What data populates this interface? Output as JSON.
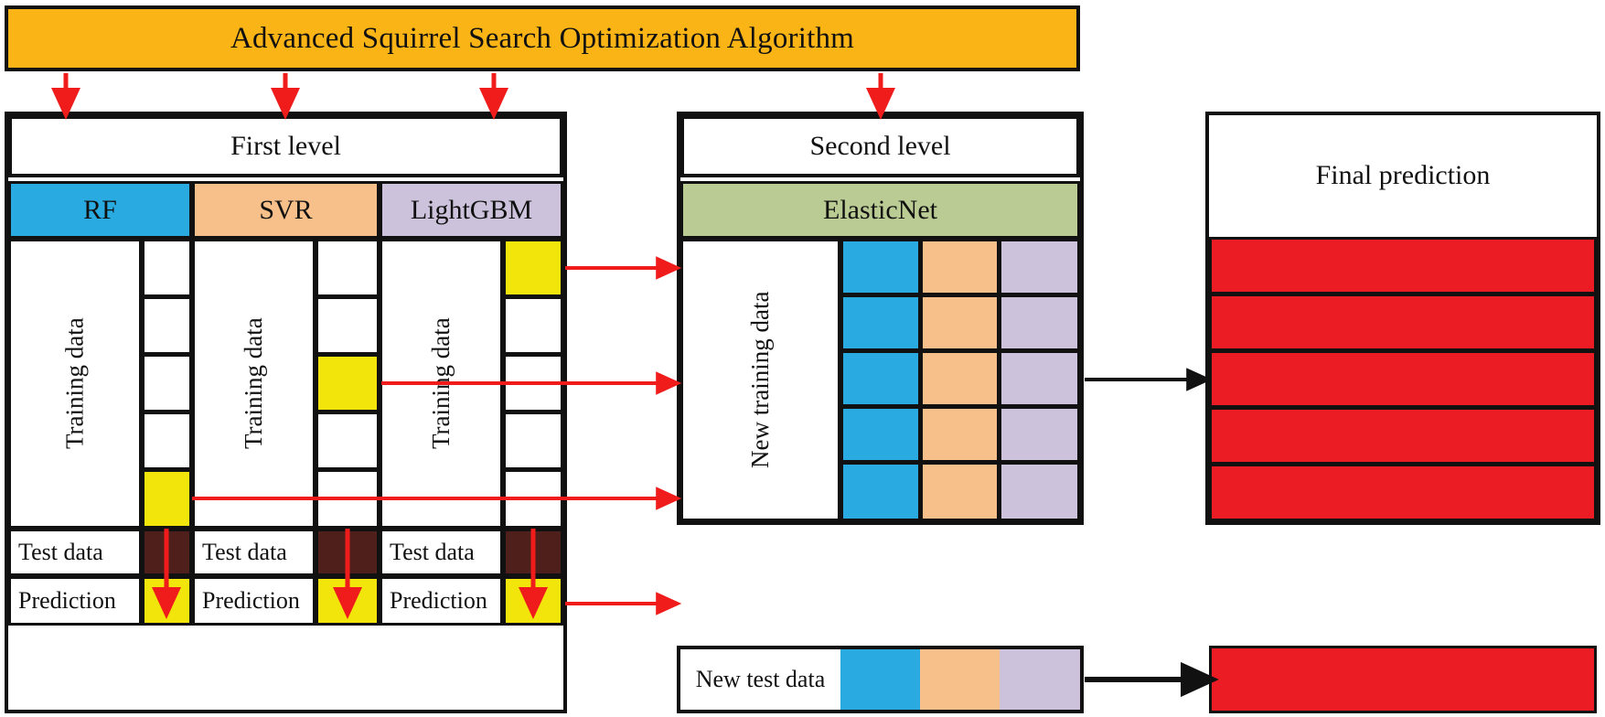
{
  "banner": {
    "label": "Advanced Squirrel Search Optimization Algorithm",
    "color": "#FBB415"
  },
  "first_level": {
    "title": "First level",
    "models": [
      {
        "name": "RF",
        "color": "#29ABE2",
        "train_label": "Training data",
        "test_label": "Test data",
        "prediction_label": "Prediction",
        "folds": 5,
        "highlight_fold": 5
      },
      {
        "name": "SVR",
        "color": "#F7C08A",
        "train_label": "Training data",
        "test_label": "Test data",
        "prediction_label": "Prediction",
        "folds": 5,
        "highlight_fold": 3
      },
      {
        "name": "LightGBM",
        "color": "#CCC2DB",
        "train_label": "Training data",
        "test_label": "Test data",
        "prediction_label": "Prediction",
        "folds": 5,
        "highlight_fold": 1
      }
    ]
  },
  "second_level": {
    "title": "Second level",
    "meta_model": "ElasticNet",
    "meta_model_color": "#BACB93",
    "new_training_label": "New training data",
    "new_test_label": "New test data",
    "feature_columns": [
      "#29ABE2",
      "#F7C08A",
      "#CCC2DB"
    ],
    "rows": 5
  },
  "final": {
    "title": "Final prediction",
    "color": "#EC1C24",
    "rows": 5
  },
  "colors": {
    "yellow_fold": "#F2E50B",
    "dark_test": "#4E1F1B",
    "red_arrow": "#F01C1C",
    "black": "#111111"
  }
}
